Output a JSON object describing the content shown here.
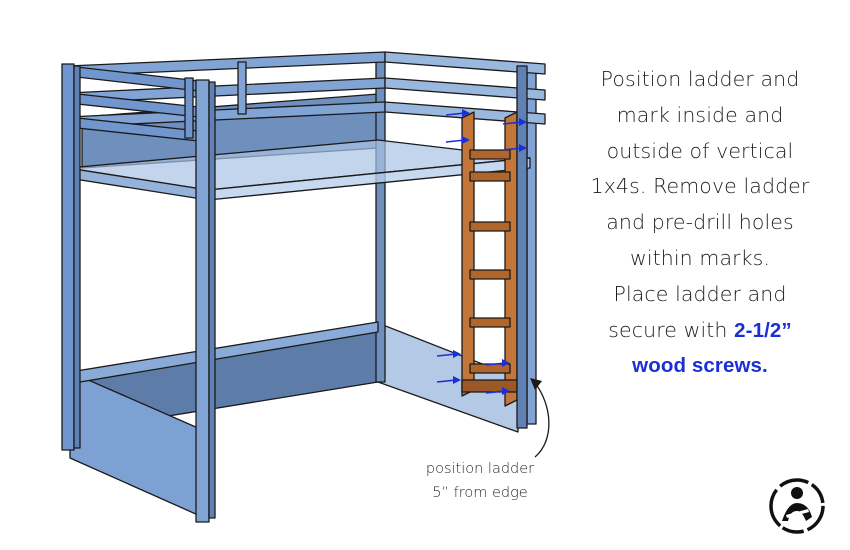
{
  "instructions": {
    "lines": [
      "Position ladder and",
      "mark inside and",
      "outside of vertical",
      "1x4s. Remove ladder",
      "and pre-drill holes",
      "within marks.",
      "Place ladder and"
    ],
    "line8_prefix": "secure with ",
    "highlight_screw_size": "2-1/2”",
    "highlight_screw_type": "wood screws."
  },
  "callout": {
    "line1": "position ladder",
    "line2": "5” from edge"
  },
  "colors": {
    "frame": "#82a4d4",
    "frame_shade": "#5f81b4",
    "frame_dark": "#4a6898",
    "outline": "#1a1a1a",
    "ladder": "#c2763a",
    "ladder_dark": "#9c5826",
    "mark_arrows": "#1a2fd6",
    "highlight_text": "#1a2fd6"
  },
  "icons": {
    "mark_arrow": "right-arrow-icon",
    "logo": "brand-logo-icon"
  }
}
